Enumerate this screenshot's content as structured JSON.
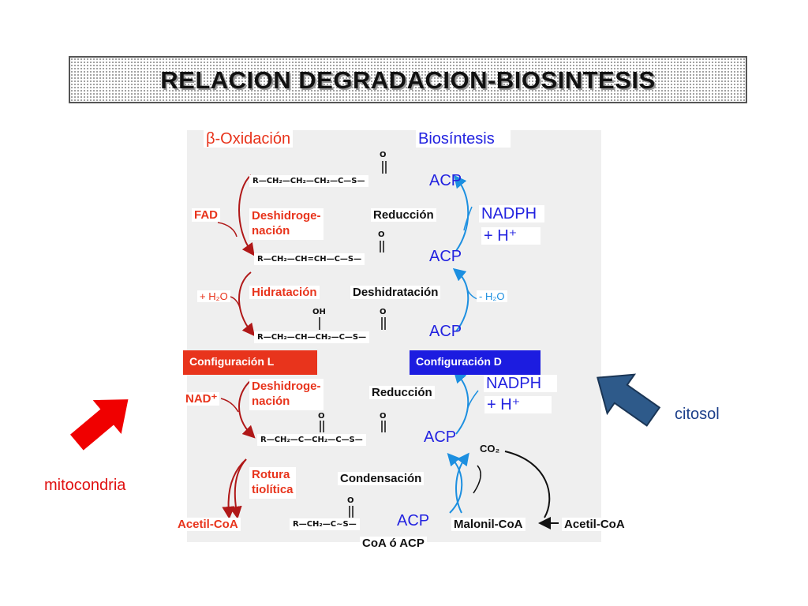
{
  "title": "RELACION DEGRADACION-BIOSINTESIS",
  "headers": {
    "beta_oxidation": "β-Oxidación",
    "biosynthesis": "Biosíntesis"
  },
  "left_cofactors": {
    "fad": "FAD",
    "h2o_add": "+ H₂O",
    "nad": "NAD⁺"
  },
  "right_cofactors": {
    "nadph_1": "NADPH",
    "h_plus_1": "+ H⁺",
    "h2o_remove": "- H₂O",
    "nadph_2": "NADPH",
    "h_plus_2": "+ H⁺",
    "co2": "CO₂"
  },
  "steps_oxidation": {
    "dehydrogenation_1": "Deshidroge-\nnación",
    "hydration": "Hidratación",
    "dehydrogenation_2": "Deshidroge-\nnación",
    "thiolytic_cleavage": "Rotura\ntiolítica"
  },
  "steps_synthesis": {
    "reduction_1": "Reducción",
    "dehydration": "Deshidratación",
    "reduction_2": "Reducción",
    "condensation": "Condensación"
  },
  "configurations": {
    "l": "Configuración L",
    "d": "Configuración D"
  },
  "molecules": {
    "acyl_acp": "R—CH₂—CH₂—CH₂—C—S—",
    "enoyl_acp": "R—CH₂—CH=CH—C—S—",
    "hydroxyacyl_acp": "R—CH₂—CH—CH₂—C—S—",
    "ketoacyl_acp": "R—CH₂—C—CH₂—C—S—",
    "short_acyl": "R—CH₂—C~S—",
    "carbonyl_o": "O",
    "hydroxyl": "OH"
  },
  "acp_labels": [
    "ACP",
    "ACP",
    "ACP",
    "ACP",
    "ACP"
  ],
  "products": {
    "acetyl_coa": "Acetil-CoA",
    "coa_or_acp": "CoA ó ACP",
    "malonyl_coa": "Malonil-CoA",
    "acetyl_coa_right": "Acetil-CoA"
  },
  "side_labels": {
    "mitochondria": "mitocondria",
    "cytosol": "citosol"
  },
  "colors": {
    "oxidation": "#e8341c",
    "synthesis": "#1c1ce0",
    "cyan": "#1c8fe0",
    "arrow_red": "#f00000",
    "arrow_blue": "#2e5a8a"
  }
}
